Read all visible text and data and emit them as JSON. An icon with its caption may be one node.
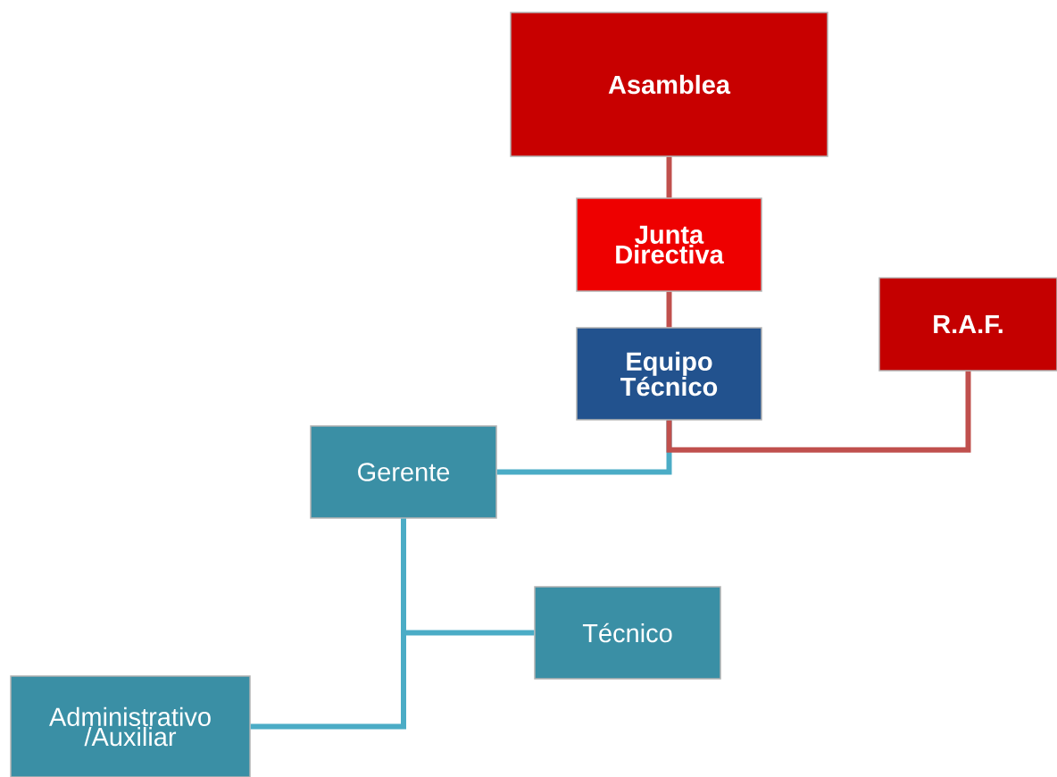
{
  "diagram": {
    "nodes": [
      {
        "text": [
          "Asamblea"
        ]
      },
      {
        "text": [
          "Junta Directiva"
        ]
      },
      {
        "text": [
          "Equipo Técnico"
        ]
      },
      {
        "text": [
          "R.A.F."
        ]
      },
      {
        "text": [
          "Gerente"
        ]
      },
      {
        "text": [
          "Técnico"
        ]
      },
      {
        "text": [
          "Administrativo /Auxiliar"
        ]
      }
    ],
    "edges": [
      {
        "from": 0,
        "to": 1,
        "arrow": "none",
        "color": "#c0504d"
      },
      {
        "from": 1,
        "to": 2,
        "arrow": "none",
        "color": "#c0504d"
      },
      {
        "from": 2,
        "to": 4,
        "arrow": "none",
        "color": "#4bacc6"
      },
      {
        "from": 2,
        "to": 3,
        "arrow": "none",
        "color": "#c0504d"
      },
      {
        "from": 4,
        "to": 5,
        "arrow": "none",
        "color": "#4bacc6"
      },
      {
        "from": 4,
        "to": 6,
        "arrow": "none",
        "color": "#4bacc6"
      }
    ]
  }
}
